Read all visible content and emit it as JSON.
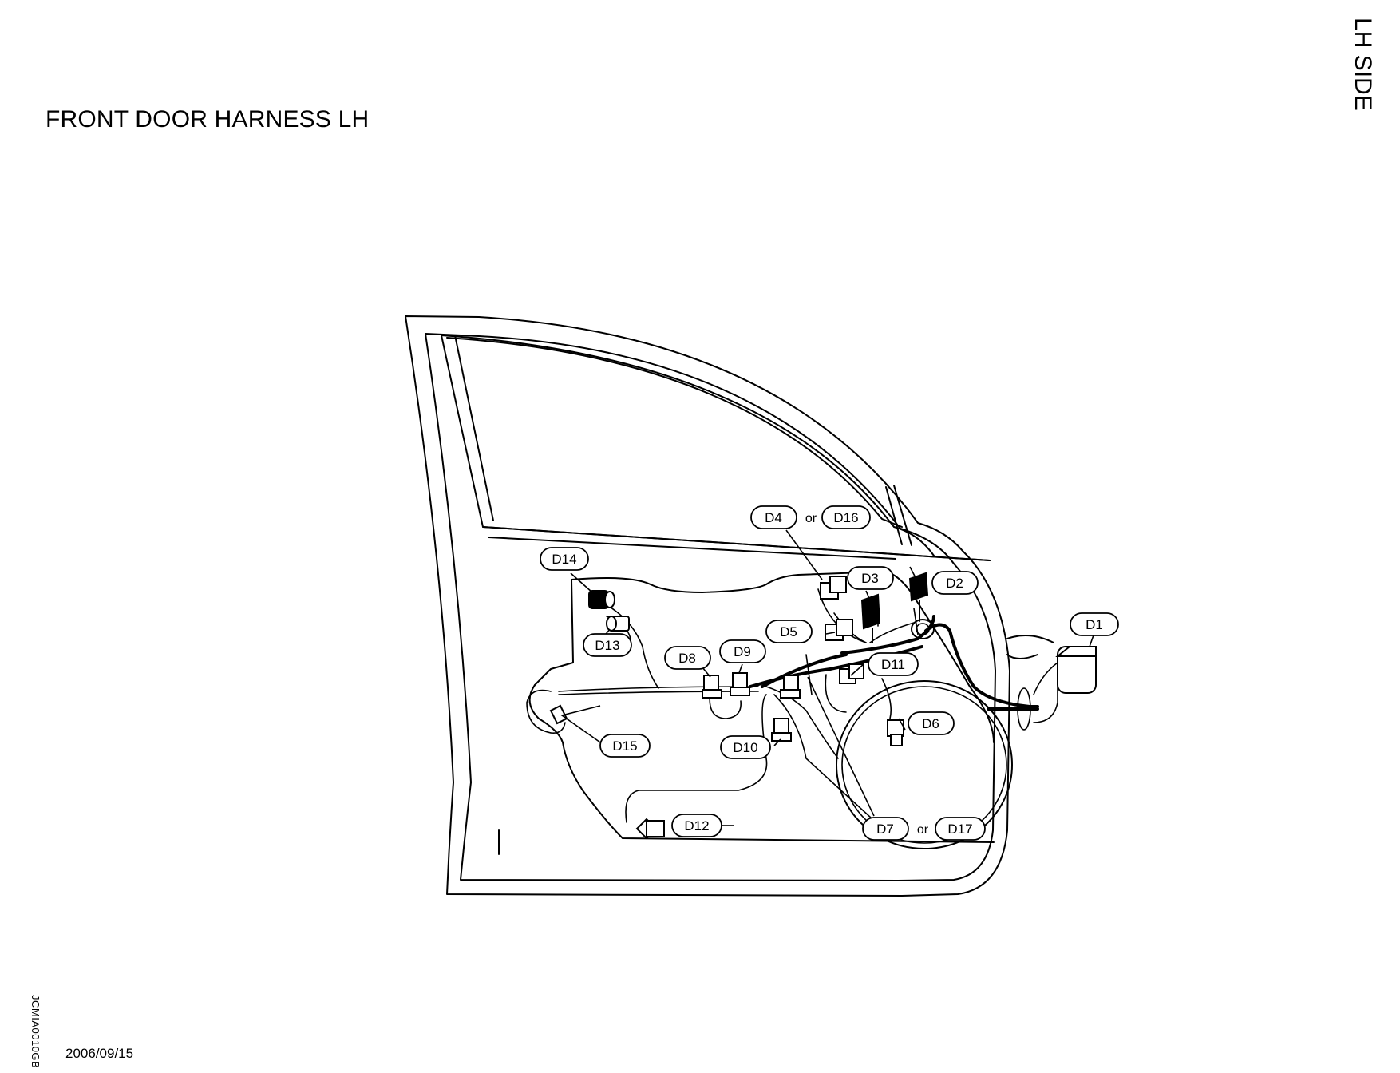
{
  "header": {
    "title": "FRONT DOOR HARNESS LH",
    "side_label": "LH SIDE"
  },
  "footer": {
    "figure_code": "JCMIA0010GB",
    "date": "2006/09/15"
  },
  "connectors": {
    "d1": "D1",
    "d2": "D2",
    "d3": "D3",
    "d4": "D4",
    "d5": "D5",
    "d6": "D6",
    "d7": "D7",
    "d8": "D8",
    "d9": "D9",
    "d10": "D10",
    "d11": "D11",
    "d12": "D12",
    "d13": "D13",
    "d14": "D14",
    "d15": "D15",
    "d16": "D16",
    "d17": "D17"
  },
  "joiner": "or"
}
